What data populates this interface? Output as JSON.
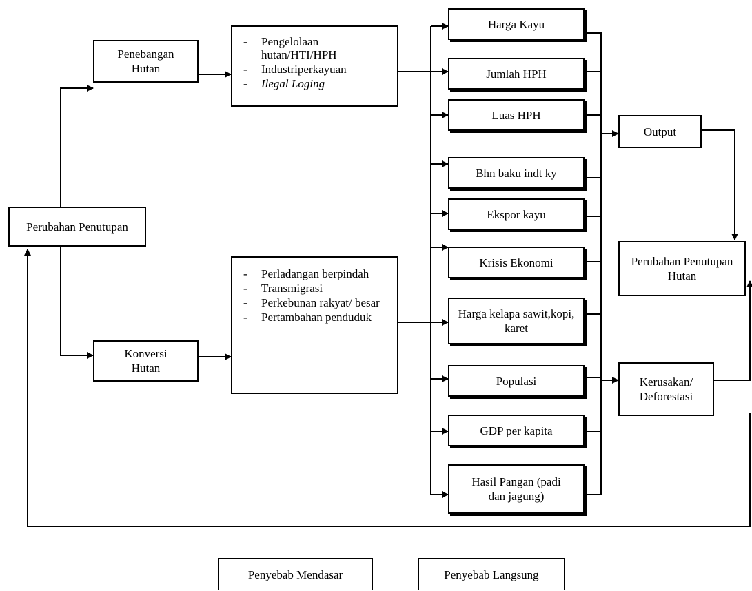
{
  "nodes": {
    "perubahan_penutupan": "Perubahan Penutupan",
    "penebangan_hutan": "Penebangan Hutan",
    "konversi_hutan": "Konversi Hutan",
    "penebangan_causes": [
      {
        "text": "Pengelolaan hutan/HTI/HPH",
        "italic": false
      },
      {
        "text": "Industriperkayuan",
        "italic": false
      },
      {
        "text": "Ilegal Loging",
        "italic": true
      }
    ],
    "konversi_causes": [
      {
        "text": "Perladangan berpindah",
        "italic": false
      },
      {
        "text": "Transmigrasi",
        "italic": false
      },
      {
        "text": "Perkebunan rakyat/ besar",
        "italic": false
      },
      {
        "text": "Pertambahan penduduk",
        "italic": false
      }
    ],
    "factors": [
      "Harga Kayu",
      "Jumlah HPH",
      "Luas HPH",
      "Bhn baku indt ky",
      "Ekspor kayu",
      "Krisis Ekonomi",
      "Harga kelapa sawit,kopi, karet",
      "Populasi",
      "GDP per kapita",
      "Hasil Pangan (padi dan jagung)"
    ],
    "output": "Output",
    "perubahan_penutupan_hutan": "Perubahan Penutupan Hutan",
    "kerusakan": "Kerusakan/ Deforestasi"
  },
  "legend": {
    "mendasar": "Penyebab Mendasar",
    "langsung": "Penyebab Langsung"
  }
}
